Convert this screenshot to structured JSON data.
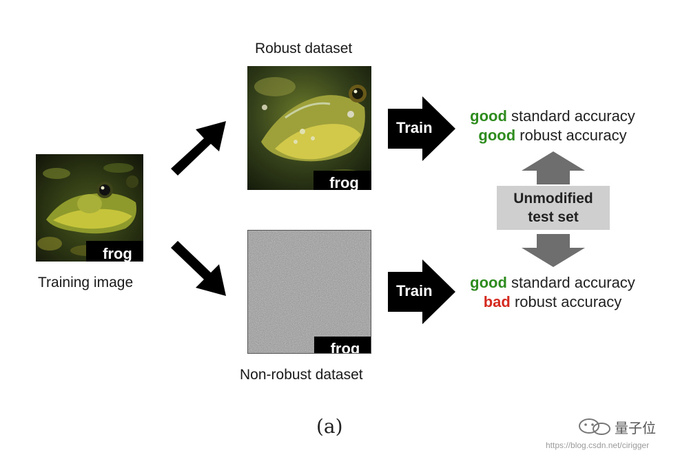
{
  "training": {
    "caption": "Training image",
    "label": "frog"
  },
  "robust": {
    "caption": "Robust dataset",
    "label": "frog"
  },
  "nonrobust": {
    "caption": "Non-robust dataset",
    "label": "frog"
  },
  "train_label": "Train",
  "top_result": {
    "line1_word": "good",
    "line1_rest": " standard accuracy",
    "line2_word": "good",
    "line2_rest": " robust accuracy"
  },
  "bottom_result": {
    "line1_word": "good",
    "line1_rest": " standard accuracy",
    "line2_word": "bad",
    "line2_rest": " robust accuracy"
  },
  "test_set": {
    "line1": "Unmodified",
    "line2": "test set"
  },
  "figure_label": "(a)",
  "watermark": {
    "logo": "量子位",
    "url": "https://blog.csdn.net/cirigger"
  },
  "colors": {
    "good": "#2e8b1e",
    "bad": "#d42a20",
    "arrow": "#000000",
    "gray_arrow": "#6e6e6e",
    "test_box": "#cfcfcf"
  }
}
